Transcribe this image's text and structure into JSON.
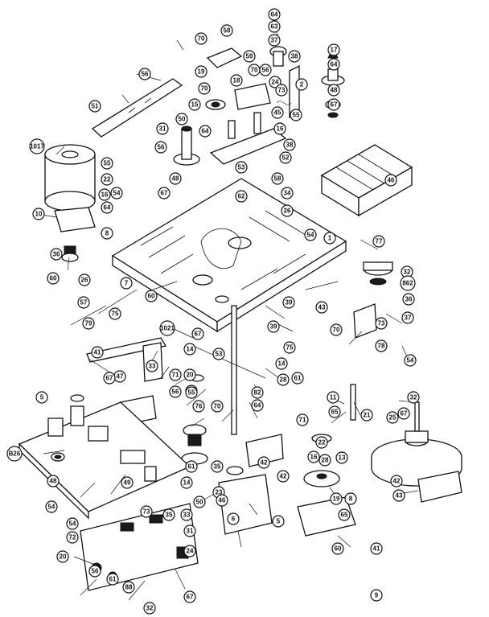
{
  "callouts": [
    "64",
    "63",
    "37",
    "38",
    "64",
    "17",
    "48",
    "67",
    "70",
    "58",
    "19",
    "59",
    "70",
    "56",
    "24",
    "73",
    "70",
    "18",
    "2",
    "16",
    "45",
    "55",
    "38",
    "56",
    "51",
    "15",
    "50",
    "64",
    "31",
    "56",
    "48",
    "53",
    "52",
    "58",
    "34",
    "46",
    "26",
    "1017",
    "55",
    "22",
    "16",
    "54",
    "67",
    "62",
    "10",
    "64",
    "8",
    "54",
    "1",
    "77",
    "32",
    "862",
    "36",
    "37",
    "73",
    "78",
    "54",
    "36",
    "60",
    "26",
    "57",
    "7",
    "60",
    "79",
    "75",
    "70",
    "43",
    "1021",
    "67",
    "14",
    "47",
    "33",
    "71",
    "20",
    "55",
    "53",
    "39",
    "39",
    "75",
    "14",
    "61",
    "41",
    "67",
    "56",
    "55",
    "76",
    "70",
    "82",
    "64",
    "11",
    "65",
    "21",
    "32",
    "67",
    "25",
    "28",
    "71",
    "22",
    "28",
    "16",
    "13",
    "42",
    "35",
    "61",
    "42",
    "14",
    "23",
    "19",
    "42",
    "43",
    "5",
    "B26",
    "48",
    "54",
    "49",
    "54",
    "72",
    "73",
    "35",
    "33",
    "31",
    "24",
    "20",
    "56",
    "61",
    "88",
    "67",
    "32",
    "50",
    "46",
    "6",
    "5",
    "8",
    "65",
    "60",
    "41",
    "9"
  ]
}
